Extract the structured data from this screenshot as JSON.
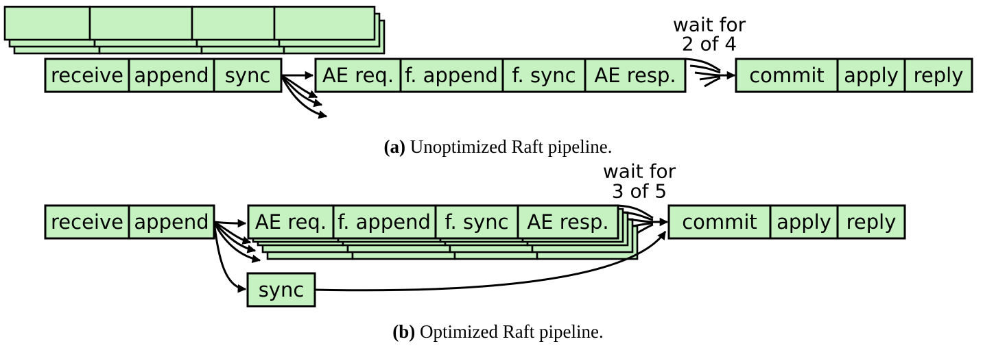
{
  "panel_a": {
    "leader_stages": [
      "receive",
      "append",
      "sync"
    ],
    "follower_stages": [
      "AE req.",
      "f. append",
      "f. sync",
      "AE resp."
    ],
    "wait_note_line1": "wait for",
    "wait_note_line2": "2 of 4",
    "commit_stages": [
      "commit",
      "apply",
      "reply"
    ],
    "caption_label": "(a)",
    "caption_text": " Unoptimized Raft pipeline."
  },
  "panel_b": {
    "leader_stages": [
      "receive",
      "append"
    ],
    "follower_stages": [
      "AE req.",
      "f. append",
      "f. sync",
      "AE resp."
    ],
    "wait_note_line1": "wait for",
    "wait_note_line2": "3 of 5",
    "commit_stages": [
      "commit",
      "apply",
      "reply"
    ],
    "sync_stage": "sync",
    "caption_label": "(b)",
    "caption_text": " Optimized Raft pipeline."
  }
}
